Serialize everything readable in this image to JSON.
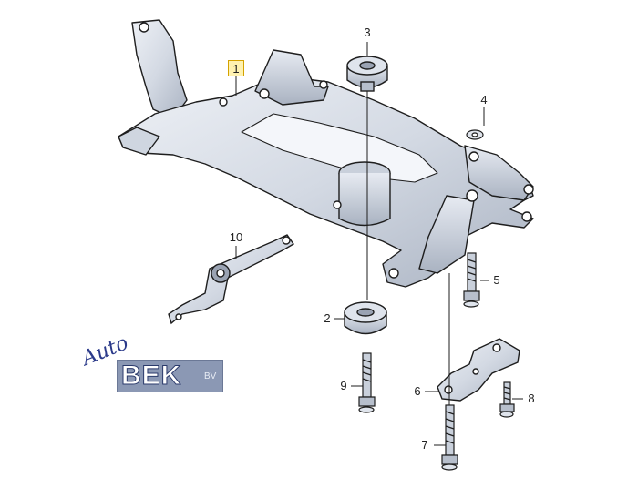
{
  "callouts": [
    {
      "id": "1",
      "label": "1"
    },
    {
      "id": "2",
      "label": "2"
    },
    {
      "id": "3",
      "label": "3"
    },
    {
      "id": "4",
      "label": "4"
    },
    {
      "id": "5",
      "label": "5"
    },
    {
      "id": "6",
      "label": "6"
    },
    {
      "id": "7",
      "label": "7"
    },
    {
      "id": "8",
      "label": "8"
    },
    {
      "id": "9",
      "label": "9"
    },
    {
      "id": "10",
      "label": "10"
    }
  ],
  "logo": {
    "script": "Auto",
    "brand": "BEK",
    "suffix": "BV"
  },
  "colors": {
    "part_fill": "#dfe4ec",
    "part_shade": "#b7bfcc",
    "outline": "#1e1e1e",
    "highlight": "#fff2b0",
    "logo_bg": "#8b98b4"
  }
}
